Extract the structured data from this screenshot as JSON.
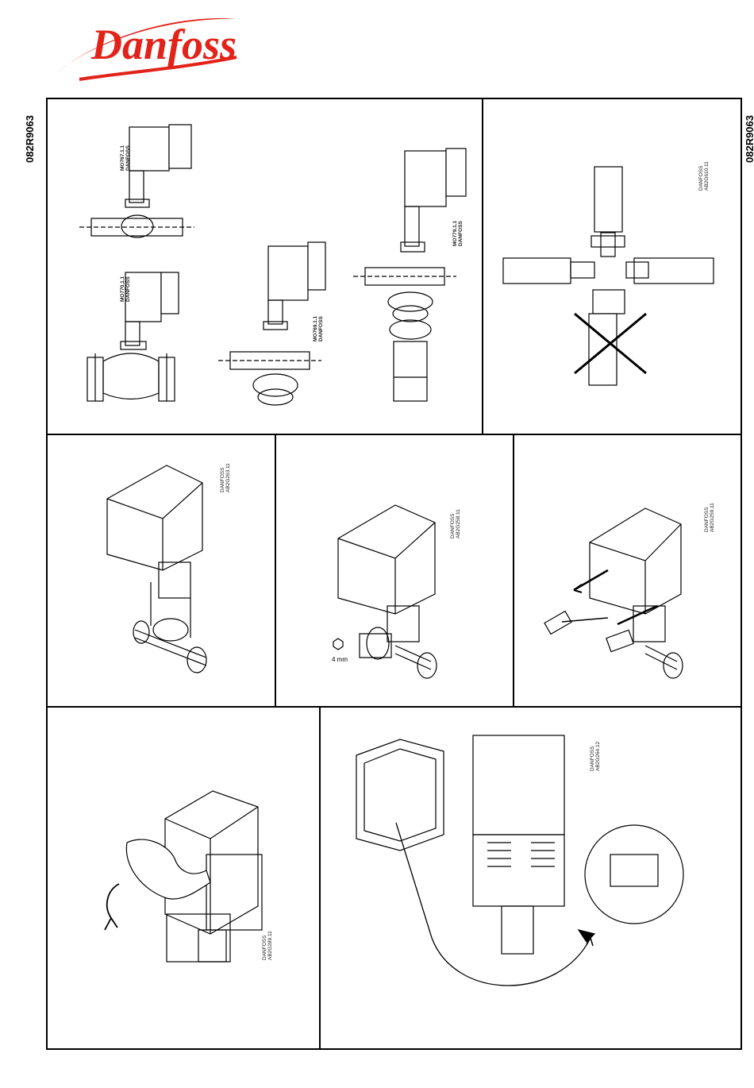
{
  "brand": {
    "logo_text": "Danfoss",
    "color": "#e2231a"
  },
  "doc_code": "082R9063",
  "panels": {
    "valves": {
      "labels": [
        {
          "line1": "MO767.1.1",
          "line2": "DANFOSS"
        },
        {
          "line1": "MO770.1.1",
          "line2": "DANFOSS"
        },
        {
          "line1": "MO769.1.1",
          "line2": "DANFOSS"
        },
        {
          "line1": "MO779.1.1",
          "line2": "DANFOSS"
        }
      ]
    },
    "orientation": {
      "line1": "DANFOSS",
      "line2": "AB2G610.11"
    },
    "mount": {
      "line1": "DANFOSS",
      "line2": "AB2G263.11"
    },
    "hex_key": {
      "line1": "DANFOSS",
      "line2": "AB2G258.11",
      "size_label": "4   mm"
    },
    "screwdriver": {
      "line1": "DANFOSS",
      "line2": "AB2G259.11"
    },
    "remove_cover": {
      "line1": "DANFOSS",
      "line2": "AB2G289.11"
    },
    "internals": {
      "line1": "DANFOSS",
      "line2": "AB2G264.12"
    }
  }
}
